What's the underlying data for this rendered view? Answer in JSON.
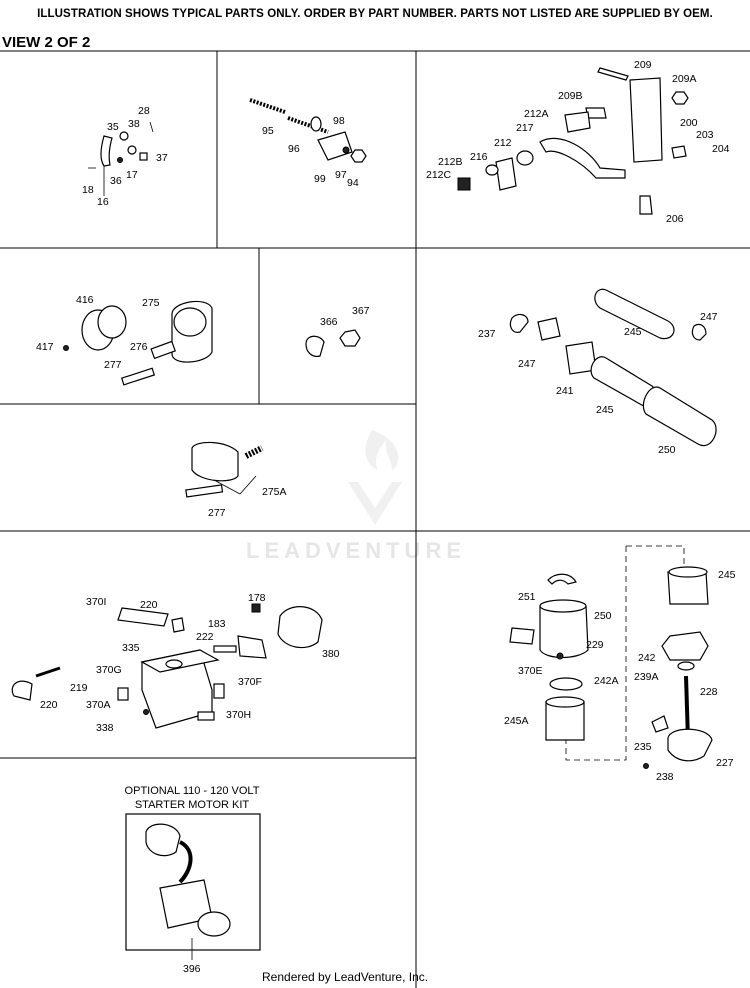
{
  "header": {
    "note": "ILLUSTRATION SHOWS TYPICAL PARTS ONLY. ORDER BY PART NUMBER. PARTS NOT LISTED ARE SUPPLIED BY OEM.",
    "view": "VIEW 2 OF 2"
  },
  "watermark": {
    "text": "LEADVENTURE"
  },
  "footer": {
    "text": "Rendered by LeadVenture, Inc."
  },
  "panels": {
    "governor_parts": {
      "labels": [
        "28",
        "35",
        "38",
        "37",
        "17",
        "36",
        "18",
        "16"
      ]
    },
    "choke_linkage": {
      "labels": [
        "95",
        "98",
        "96",
        "99",
        "97",
        "94"
      ]
    },
    "throttle_control": {
      "labels": [
        "209",
        "209A",
        "209B",
        "212A",
        "217",
        "200",
        "203",
        "204",
        "212",
        "212B",
        "216",
        "212C",
        "206"
      ]
    },
    "muffler": {
      "labels": [
        "416",
        "275",
        "417",
        "276",
        "277"
      ]
    },
    "muffler_small": {
      "labels": [
        "366",
        "367"
      ]
    },
    "air_filter": {
      "labels": [
        "247",
        "245",
        "237",
        "247",
        "241",
        "245",
        "250"
      ]
    },
    "muffler_guard": {
      "labels": [
        "275A",
        "277"
      ]
    },
    "carburetor_fuel_tank": {
      "labels": [
        "178",
        "370I",
        "220",
        "183",
        "222",
        "380",
        "335",
        "370G",
        "219",
        "370F",
        "370A",
        "220",
        "338",
        "370H"
      ]
    },
    "fuel_filter": {
      "labels": [
        "245",
        "251",
        "250",
        "229",
        "370E",
        "242",
        "239A",
        "242A",
        "228",
        "245A",
        "235",
        "227",
        "238"
      ]
    },
    "starter_kit": {
      "title_line1": "OPTIONAL 110 - 120 VOLT",
      "title_line2": "STARTER MOTOR KIT",
      "labels": [
        "396"
      ]
    }
  }
}
